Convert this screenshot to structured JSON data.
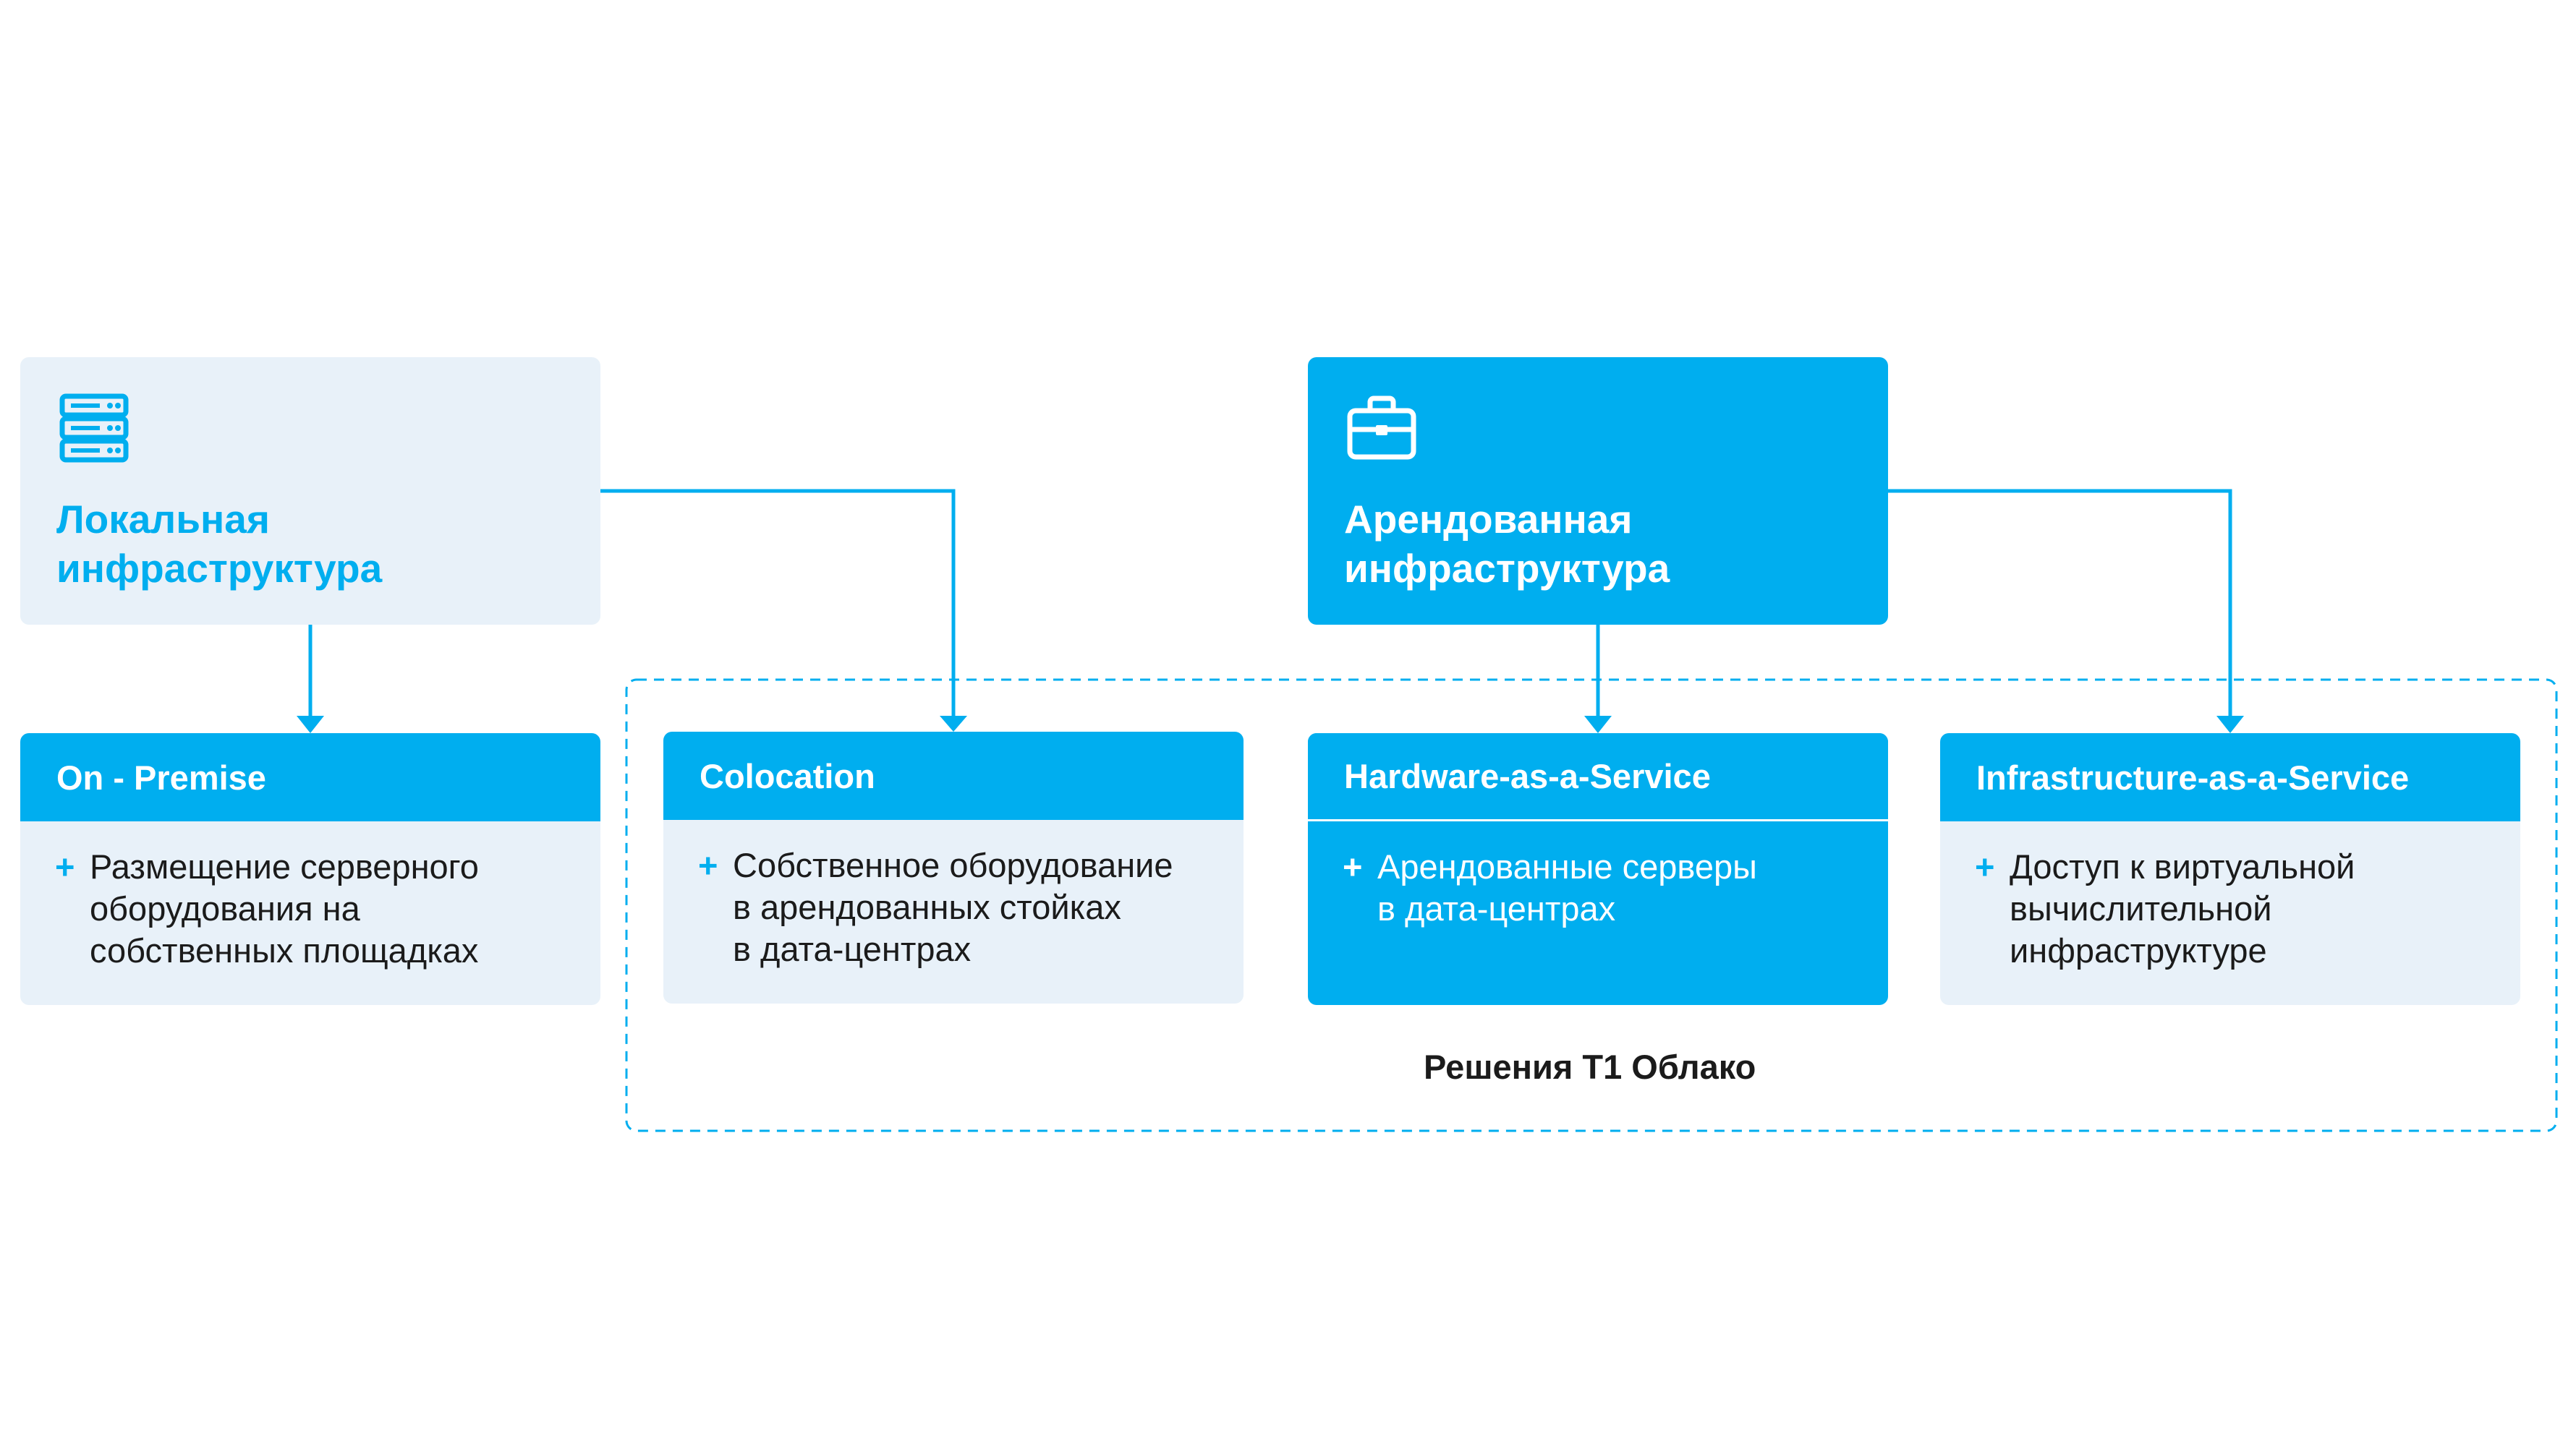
{
  "local": {
    "title_line1": "Локальная",
    "title_line2": "инфраструктура",
    "icon": "server-rack-icon"
  },
  "rented": {
    "title_line1": "Арендованная",
    "title_line2": "инфраструктура",
    "icon": "briefcase-icon"
  },
  "cards": [
    {
      "title": "On - Premise",
      "lines": [
        "Размещение серверного",
        "оборудования на",
        "собственных площадках"
      ]
    },
    {
      "title": "Colocation",
      "lines": [
        "Собственное оборудование",
        "в арендованных стойках",
        "в дата-центрах"
      ]
    },
    {
      "title": "Hardware-as-a-Service",
      "lines": [
        "Арендованные серверы",
        "в дата-центрах"
      ]
    },
    {
      "title": "Infrastructure-as-a-Service",
      "lines": [
        "Доступ к виртуальной",
        "вычислительной",
        "инфраструктуре"
      ]
    }
  ],
  "bullet_symbol": "+",
  "group_caption": "Решения Т1 Облако",
  "colors": {
    "accent": "#00aeef",
    "light_panel": "#e8f1f9",
    "text_dark": "#1b1b1b"
  }
}
